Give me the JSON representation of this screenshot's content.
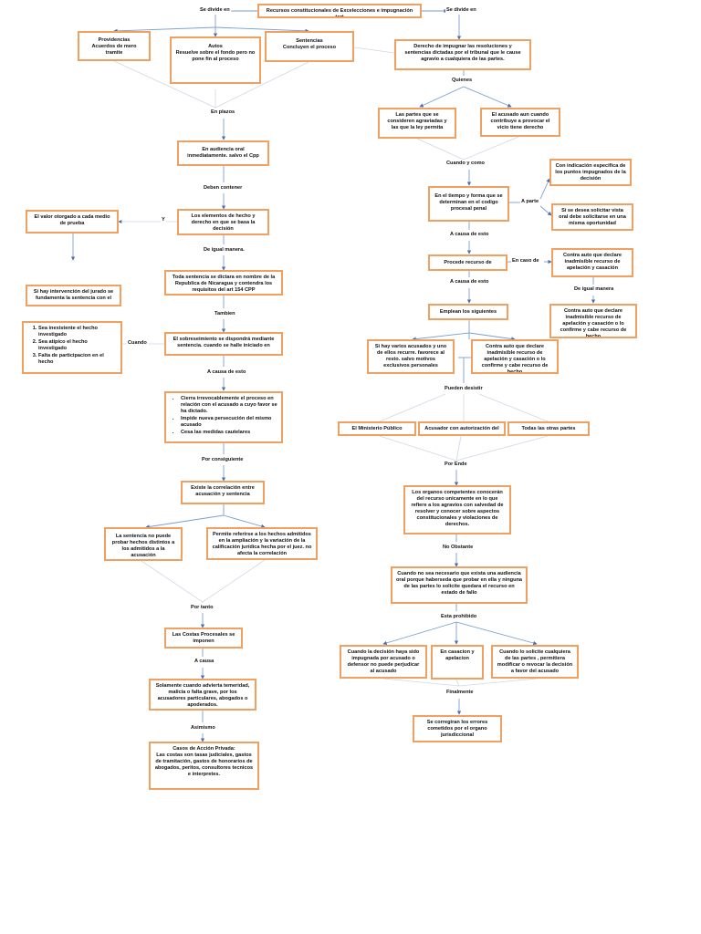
{
  "title": "Recursos constitucionales de Excelecciones e impugnación tort",
  "left_connector": "Se divide en",
  "right_connector": "Se divide en",
  "left": {
    "providencias": "Providencias\nAcuerdos de mero tramite",
    "autos": "Autos\nResuelve sobre el fondo pero no pone fin al proceso",
    "sentencias": "Sentencias\nConcluyen el proceso",
    "en_plazos": "En plazos",
    "audiencia": "En audiencia oral inmediatamente. salvo el Cpp",
    "deben_contener": "Deben contener",
    "elementos": "Los elementos de hecho y derecho en que se basa la decisión",
    "valor": "El valor otorgado a cada medio de prueba",
    "y_label": "Y",
    "jurado": "Si hay intervención del jurado se fundamenta la sentencia con el",
    "igual_manera": "De igual manera.",
    "nombre_rep": "Toda sentencia se dictara en nombre de la Republica de Nicaragua y contendra los requisitos del art 154 CPP",
    "tambien": "Tambien",
    "sobreseimiento": "El sobreseimiento se dispondrá mediante sentencia. cuando se halle iniciado en",
    "cuando": "Cuando",
    "causales": [
      "Sea inexistente el hecho investigado",
      "Sea atipico el hecho investigado",
      "Falta de participacion en el hecho"
    ],
    "a_causa_de_esto": "A causa de esto",
    "efectos": [
      "Cierra irrevocablemente el proceso en relación con el acusado a cuyo favor se ha dictado.",
      "Impide nueva persecución del mismo acusado",
      "Cesa las medidas cautelares"
    ],
    "por_consiguiente": "Por consiguiente",
    "correlacion": "Existe la correlación entre acusación y sentencia",
    "no_probar": "La sentencia no puede probar hechos distintos a los admitidos a la acusación",
    "permite": "Permite referirse a los hechos admitidos en la ampliación y la variación de la calificación jurídica hecha por el juez. no afecta la correlación",
    "por_tanto": "Por tanto",
    "costas": "Las Costas Procesales se imponen",
    "a_causa": "A causa",
    "solamente": "Solamente cuando advierta temeridad, malicia o falta grave, por los acusadores particulares, abogados o apoderados.",
    "asimismo": "Asimismo",
    "accion_privada": "Casos de Acción Privada:\nLas costas son tasas judiciales, gastos de tramitación, gastos de honorarios de abogados, peritos, consultores tecnicos e interpretes."
  },
  "right": {
    "derecho": "Derecho de impugnar las resoluciones y sentencias dictadas por el tribunal que le cause agravio a cualquiera de las partes.",
    "quienes": "Quienes",
    "partes": "Las partes que se consideren agraviadas y las que la ley permita",
    "acusado": "El acusado aun cuando contribuye a provocar el vicio tiene derecho",
    "cuando_como": "Cuando y como",
    "tiempo_forma": "En el tiempo y forma que se determinan en el codigo procesal penal",
    "a_parte": "A parte",
    "indicacion": "Con indicación especifica de los puntos impugnados de la decisión",
    "si_desea": "Si se desea solicitar vista oral debe solicitarse en una misma oportunidad",
    "a_causa_esto_1": "A causa de esto",
    "procede": "Procede recurso de",
    "en_caso_de": "En caso de",
    "contra_auto_1": "Contra auto que declare inadmisible recurso de apelación y casación",
    "de_igual_manera": "De igual manera",
    "contra_auto_2": "Contra auto que declare inadmisible recurso de apelación y casación o lo confirme y cabe recurso de hecho",
    "a_causa_esto_2": "A causa de esto",
    "emplean": "Emplean los siguientes",
    "varios_acusados": "Si hay varios acusados y uno de ellos recurre. favorece al resto. salvo motivos exclusivos personales",
    "contra_auto_3": "Contra auto que declare inadmisible recurso de apelación y casación o lo confirme y cabe recurso de hecho",
    "pueden_desistir": "Pueden desistir",
    "ministerio": "El Ministerio Público",
    "acusador": "Acusador con autorización del",
    "todas_partes": "Todas las otras partes",
    "por_ende": "Por Ende",
    "organos": "Los organos competentes conocerán del recurso unicamente en lo que refiere a los agravios con salvedad de resolver y conocer sobre aspectos constitucionales y violaciones de derechos.",
    "no_obstante": "No Obstante",
    "audiencia_oral": "Cuando no sea necesario que exista una audiencia oral porque haberseda que probar en ella y ninguna de las partes lo solicite quedara el recurso en estado de fallo",
    "esta_prohibido": "Esta prohibido",
    "decision_impugnada": "Cuando la decisión haya sido impugnada por acusado o defensor no puede perjudicar al acusado",
    "casacion": "En casacion y apelacion",
    "solicite": "Cuando lo solicite cualquiera de las partes , permitiera modificar o revocar la decisión a favor del acusado",
    "finalmente": "Finalmente",
    "errores": "Se corregiran los errores cometidos por el organo jurisdiccional"
  }
}
